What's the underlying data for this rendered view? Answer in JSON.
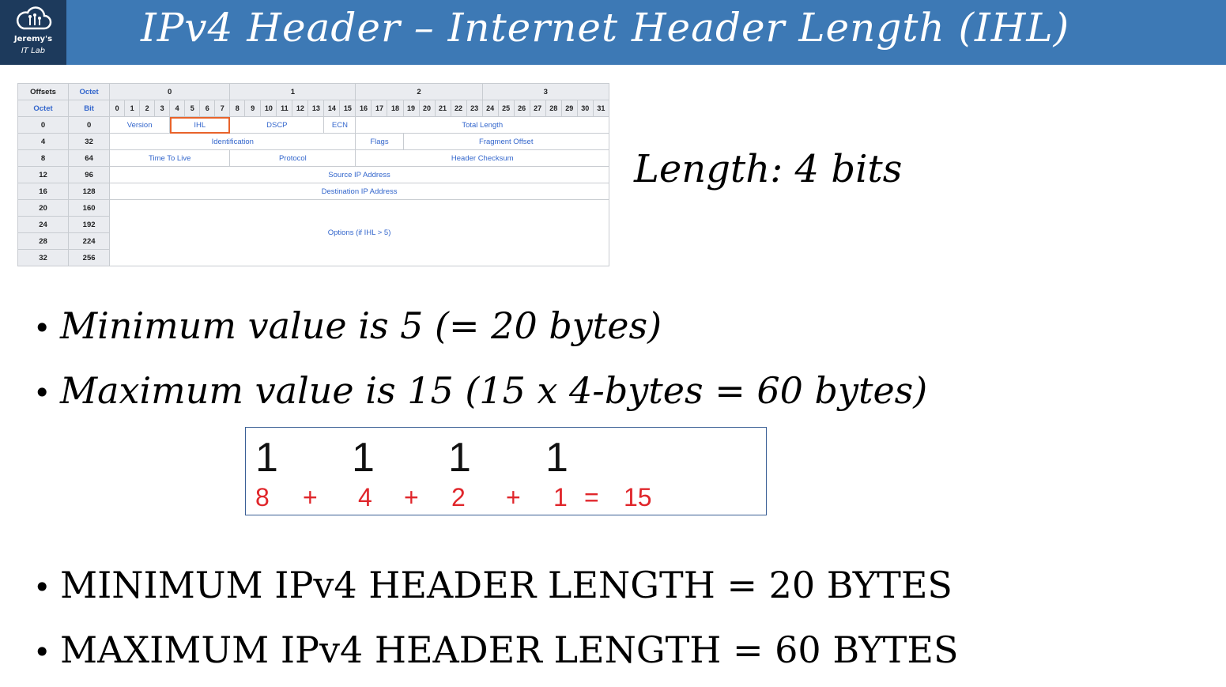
{
  "header": {
    "logo_line1": "Jeremy's",
    "logo_line2": "IT Lab",
    "logo_icon": "cloud-circuit-icon",
    "title": "IPv4 Header – Internet Header Length (IHL)"
  },
  "ipv4_table": {
    "corner_offsets": "Offsets",
    "corner_octet": "Octet",
    "row_octet_label": "Octet",
    "row_bit_label": "Bit",
    "octets": [
      "0",
      "1",
      "2",
      "3"
    ],
    "bits": [
      "0",
      "1",
      "2",
      "3",
      "4",
      "5",
      "6",
      "7",
      "8",
      "9",
      "10",
      "11",
      "12",
      "13",
      "14",
      "15",
      "16",
      "17",
      "18",
      "19",
      "20",
      "21",
      "22",
      "23",
      "24",
      "25",
      "26",
      "27",
      "28",
      "29",
      "30",
      "31"
    ],
    "rows": [
      {
        "octet": "0",
        "bit": "0"
      },
      {
        "octet": "4",
        "bit": "32"
      },
      {
        "octet": "8",
        "bit": "64"
      },
      {
        "octet": "12",
        "bit": "96"
      },
      {
        "octet": "16",
        "bit": "128"
      },
      {
        "octet": "20",
        "bit": "160"
      },
      {
        "octet": "24",
        "bit": "192"
      },
      {
        "octet": "28",
        "bit": "224"
      },
      {
        "octet": "32",
        "bit": "256"
      }
    ],
    "fields": {
      "version": "Version",
      "ihl": "IHL",
      "dscp": "DSCP",
      "ecn": "ECN",
      "total_length": "Total Length",
      "identification": "Identification",
      "flags": "Flags",
      "fragment_offset": "Fragment Offset",
      "ttl": "Time To Live",
      "protocol": "Protocol",
      "header_checksum": "Header Checksum",
      "source_ip": "Source IP Address",
      "destination_ip": "Destination IP Address",
      "options": "Options (if IHL > 5)"
    },
    "highlight_color": "#e8632b"
  },
  "length_note": "Length: 4 bits",
  "bullets": {
    "min_value": "Minimum value is 5 (= 20 bytes)",
    "max_value": "Maximum value is 15 (15 x 4-bytes = 60 bytes)",
    "min_header": "MINIMUM IPv4 HEADER LENGTH = 20 BYTES",
    "max_header": "MAXIMUM IPv4 HEADER LENGTH = 60 BYTES"
  },
  "binary": {
    "bits": [
      "1",
      "1",
      "1",
      "1"
    ],
    "weights": [
      "8",
      "4",
      "2",
      "1"
    ],
    "plus": "+",
    "equals": "=",
    "result": "15",
    "weight_color": "#e0262b"
  }
}
